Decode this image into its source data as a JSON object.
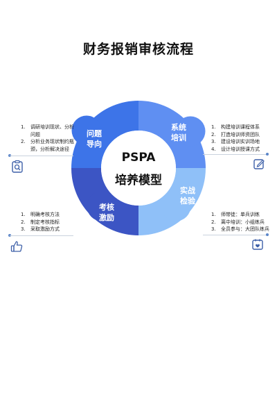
{
  "title": "财务报销审核流程",
  "center": {
    "line1": "PSPA",
    "line2": "培养模型"
  },
  "segments": [
    {
      "label_line1": "问题",
      "label_line2": "导向",
      "color": "#3d74e8"
    },
    {
      "label_line1": "系统",
      "label_line2": "培训",
      "color": "#5f8ff2"
    },
    {
      "label_line1": "实战",
      "label_line2": "检验",
      "color": "#8fc0f8"
    },
    {
      "label_line1": "考核",
      "label_line2": "激励",
      "color": "#3c55c4"
    }
  ],
  "notes": {
    "top_left": {
      "icon": "clipboard-search-icon",
      "items": [
        {
          "num": "1.",
          "text": "调研培训现状、分析\n问题"
        },
        {
          "num": "2.",
          "text": "分析业务现状制约瓶\n颈，分析解决途径"
        }
      ]
    },
    "top_right": {
      "icon": "edit-square-icon",
      "items": [
        {
          "num": "1.",
          "text": "构建培训课程体系"
        },
        {
          "num": "2.",
          "text": "打造培训师资团队"
        },
        {
          "num": "3.",
          "text": "建设培训实训场地"
        },
        {
          "num": "4.",
          "text": "设计培训授课方式"
        }
      ]
    },
    "bottom_left": {
      "icon": "thumbs-up-icon",
      "items": [
        {
          "num": "1.",
          "text": "明确考核方法"
        },
        {
          "num": "2.",
          "text": "制定考核指标"
        },
        {
          "num": "3.",
          "text": "采取激励方式"
        }
      ]
    },
    "bottom_right": {
      "icon": "calendar-heart-icon",
      "items": [
        {
          "num": "1.",
          "text": "师带徒：单兵训练"
        },
        {
          "num": "2.",
          "text": "离中培训：小组练兵"
        },
        {
          "num": "3.",
          "text": "全员参与：大团队练兵"
        }
      ]
    }
  }
}
